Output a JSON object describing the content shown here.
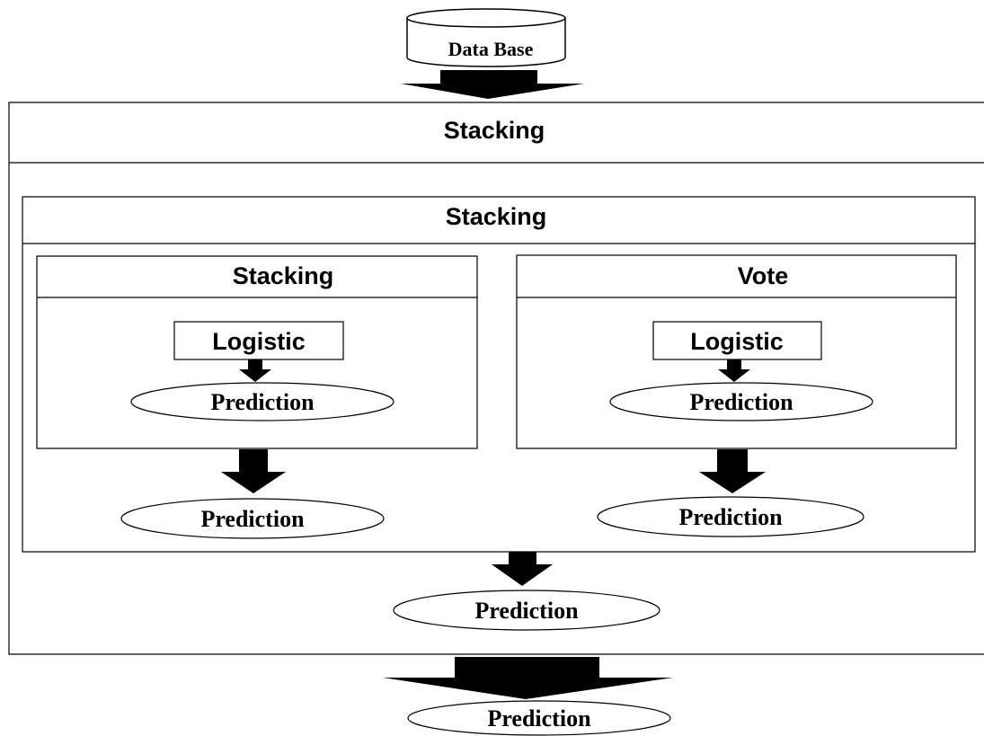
{
  "database": {
    "label": "Data Base"
  },
  "outer": {
    "title": "Stacking",
    "inner": {
      "title": "Stacking",
      "left": {
        "title": "Stacking",
        "model": "Logistic",
        "prediction": "Prediction",
        "output": "Prediction"
      },
      "right": {
        "title": "Vote",
        "model": "Logistic",
        "prediction": "Prediction",
        "output": "Prediction"
      },
      "output": "Prediction"
    }
  },
  "final": {
    "output": "Prediction"
  },
  "colors": {
    "stroke": "#000000",
    "fill": "#ffffff",
    "arrow": "#000000"
  }
}
